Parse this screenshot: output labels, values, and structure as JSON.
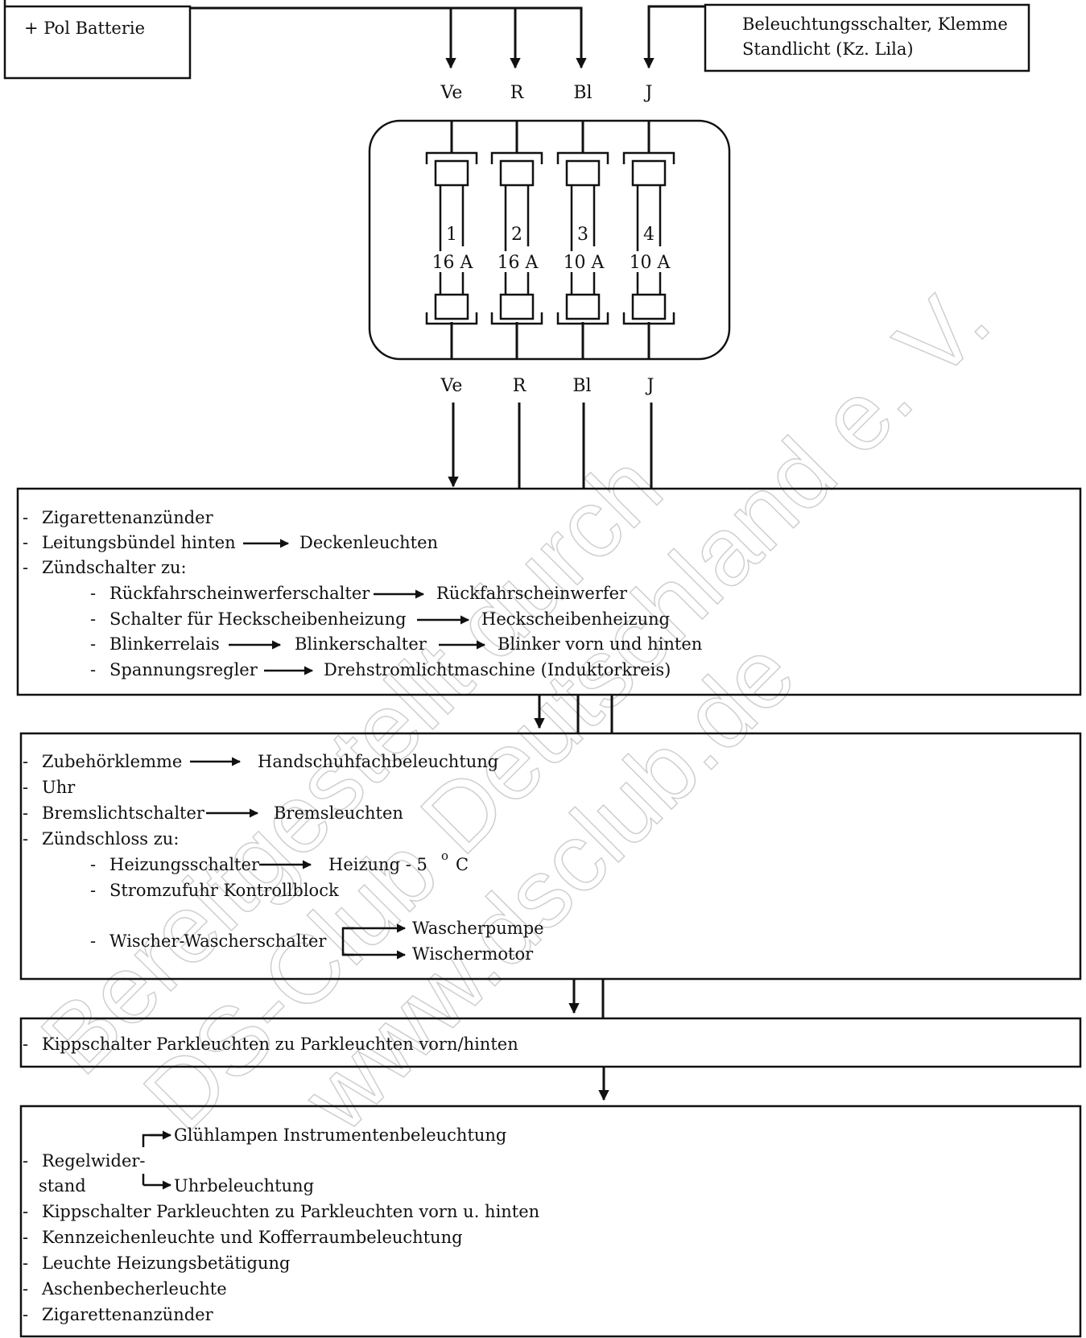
{
  "source_boxes": {
    "battery": "+ Pol Batterie",
    "light_switch_line1": "Beleuchtungsschalter, Klemme",
    "light_switch_line2": "Standlicht (Kz. Lila)"
  },
  "wire_colors_top": [
    "Ve",
    "R",
    "Bl",
    "J"
  ],
  "wire_colors_bottom": [
    "Ve",
    "R",
    "Bl",
    "J"
  ],
  "fuses": [
    {
      "number": "1",
      "rating": "16 A"
    },
    {
      "number": "2",
      "rating": "16 A"
    },
    {
      "number": "3",
      "rating": "10 A"
    },
    {
      "number": "4",
      "rating": "10 A"
    }
  ],
  "block1": {
    "item1": "Zigarettenanzünder",
    "item2a": "Leitungsbündel hinten",
    "item2b": "Deckenleuchten",
    "item3": "Zündschalter zu:",
    "sub1a": "Rückfahrscheinwerferschalter",
    "sub1b": "Rückfahrscheinwerfer",
    "sub2a": "Schalter für Heckscheibenheizung",
    "sub2b": "Heckscheibenheizung",
    "sub3a": "Blinkerrelais",
    "sub3b": "Blinkerschalter",
    "sub3c": "Blinker vorn und hinten",
    "sub4a": "Spannungsregler",
    "sub4b": "Drehstromlichtmaschine (Induktorkreis)"
  },
  "block2": {
    "item1a": "Zubehörklemme",
    "item1b": "Handschuhfachbeleuchtung",
    "item2": "Uhr",
    "item3a": "Bremslichtschalter",
    "item3b": "Bremsleuchten",
    "item4": "Zündschloss zu:",
    "sub1a": "Heizungsschalter",
    "sub1b": "Heizung - 5",
    "sub1deg": "o",
    "sub1unit": "C",
    "sub2": "Stromzufuhr Kontrollblock",
    "sub3": "Wischer-Wascherschalter",
    "sub3_out1": "Wascherpumpe",
    "sub3_out2": "Wischermotor"
  },
  "block3": {
    "item1": "Kippschalter Parkleuchten zu Parkleuchten vorn/hinten"
  },
  "block4": {
    "rheo_line1": "Regelwider-",
    "rheo_line2": "stand",
    "rheo_out1": "Glühlampen Instrumentenbeleuchtung",
    "rheo_out2": "Uhrbeleuchtung",
    "item2": "Kippschalter Parkleuchten zu Parkleuchten vorn u. hinten",
    "item3": "Kennzeichenleuchte und Kofferraumbeleuchtung",
    "item4": "Leuchte Heizungsbetätigung",
    "item5": "Aschenbecherleuchte",
    "item6": "Zigarettenanzünder"
  },
  "watermark": [
    "Bereitgestellt durch",
    "DS-Club Deutschland e. V.",
    "www.dsclub.de"
  ]
}
